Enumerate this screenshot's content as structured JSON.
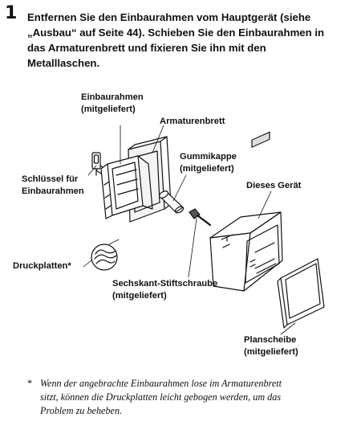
{
  "step": {
    "number": "1",
    "text_lines": [
      "Entfernen Sie den Einbaurahmen vom Hauptgerät (siehe",
      "„Ausbau“ auf Seite 44). Schieben Sie den Einbaurahmen in",
      "das Armaturenbrett und fixieren Sie ihn mit den",
      "Metalllaschen."
    ]
  },
  "labels": {
    "einbaurahmen": [
      "Einbaurahmen",
      "(mitgeliefert)"
    ],
    "armaturenbrett": [
      "Armaturenbrett"
    ],
    "gummikappe": [
      "Gummikappe",
      "(mitgeliefert)"
    ],
    "schluessel": [
      "Schlüssel für",
      "Einbaurahmen"
    ],
    "dieses_geraet": [
      "Dieses Gerät"
    ],
    "druckplatten": [
      "Druckplatten*"
    ],
    "sechskant": [
      "Sechskant-Stiftschraube",
      "(mitgeliefert)"
    ],
    "planscheibe": [
      "Planscheibe",
      "(mitgeliefert)"
    ]
  },
  "footnote": {
    "marker": "*",
    "lines": [
      "Wenn der angebrachte Einbaurahmen lose im Armaturenbrett",
      "sitzt, können die Druckplatten leicht gebogen werden, um das",
      "Problem zu beheben."
    ]
  }
}
